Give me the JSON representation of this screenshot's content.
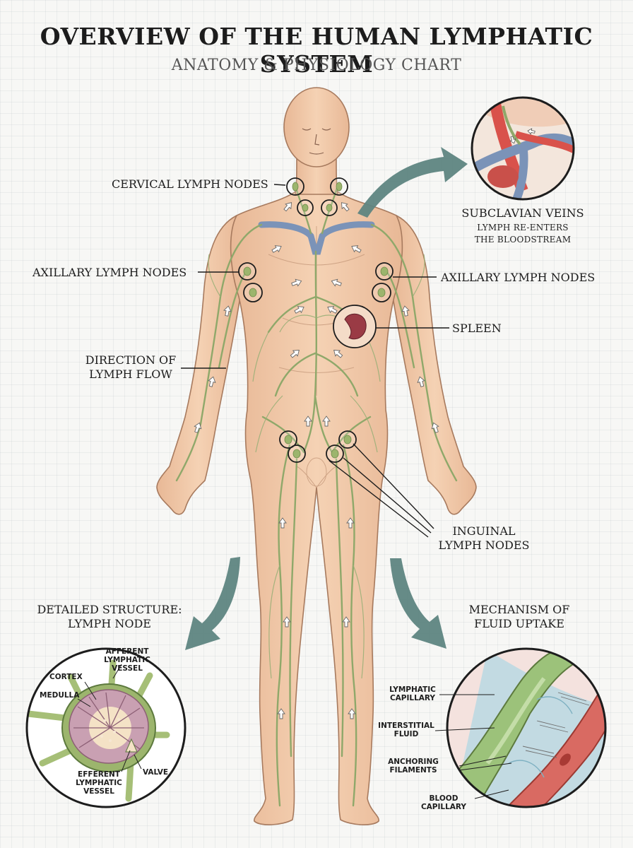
{
  "header": {
    "title": "OVERVIEW OF THE HUMAN LYMPHATIC SYSTEM",
    "subtitle": "ANATOMY & PHYSIOLOGY CHART"
  },
  "labels": {
    "cervical": "CERVICAL LYMPH NODES",
    "subclavian": "SUBCLAVIAN VEINS",
    "subclavian_note_1": "LYMPH RE-ENTERS",
    "subclavian_note_2": "THE BLOODSTREAM",
    "axillary_left": "AXILLARY LYMPH NODES",
    "axillary_right": "AXILLARY LYMPH NODES",
    "spleen": "SPLEEN",
    "flow_1": "DIRECTION OF",
    "flow_2": "LYMPH FLOW",
    "inguinal_1": "INGUINAL",
    "inguinal_2": "LYMPH NODES"
  },
  "lymph_node_inset": {
    "heading_1": "DETAILED STRUCTURE:",
    "heading_2": "LYMPH NODE",
    "afferent": [
      "AFFERENT",
      "LYMPHATIC",
      "VESSEL"
    ],
    "cortex": "CORTEX",
    "medulla": "MEDULLA",
    "efferent": [
      "EFFERENT",
      "LYMPHATIC",
      "VESSEL"
    ],
    "valve": "VALVE"
  },
  "uptake_inset": {
    "heading_1": "MECHANISM OF",
    "heading_2": "FLUID UPTAKE",
    "lymphatic_capillary": [
      "LYMPHATIC",
      "CAPILLARY"
    ],
    "interstitial_fluid": [
      "INTERSTITIAL",
      "FLUID"
    ],
    "anchoring_filaments": [
      "ANCHORING",
      "FILAMENTS"
    ],
    "blood_capillary": [
      "BLOOD",
      "CAPILLARY"
    ]
  },
  "colors": {
    "skin": "#f2c9a8",
    "skin_stroke": "#b98a6c",
    "lymph_vessel": "#8fa86a",
    "vein": "#7b93b8",
    "arrow_teal": "#5e8581",
    "spleen": "#9a3b45",
    "node_green": "#9cb56d",
    "medulla": "#c9a0b2",
    "blood": "#c9504a"
  }
}
